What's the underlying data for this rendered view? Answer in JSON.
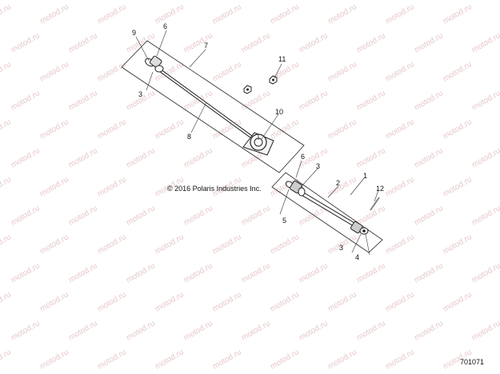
{
  "watermark": {
    "text": "motod.ru",
    "color": "#e7c9c9"
  },
  "copyright": "© 2016 Polaris Industries Inc.",
  "part_number": "701071",
  "callouts": {
    "c1": "1",
    "c2": "2",
    "c3a": "3",
    "c3b": "3",
    "c3c": "3",
    "c4": "4",
    "c5": "5",
    "c6a": "6",
    "c6b": "6",
    "c7": "7",
    "c8": "8",
    "c9": "9",
    "c10": "10",
    "c11": "11",
    "c12": "12"
  }
}
